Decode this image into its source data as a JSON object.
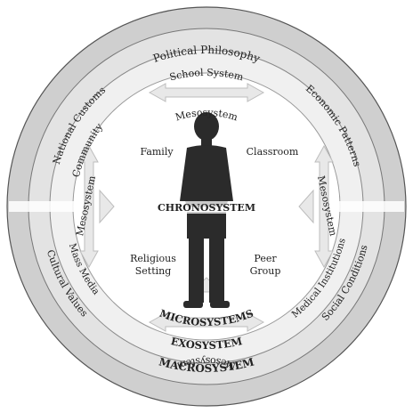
{
  "macro": {
    "political": "Political Philosophy",
    "economic": "Economic Patterns",
    "social": "Social Conditions",
    "cultural": "Cultural Values",
    "national": "National Customs",
    "label": "MACROSYSTEM"
  },
  "exo": {
    "school": "School System",
    "medical": "Medical Institutions",
    "community": "Community",
    "mass_media": "Mass Media",
    "label": "EXOSYSTEM"
  },
  "micro": {
    "label": "MICROSYSTEMS",
    "family": "Family",
    "classroom": "Classroom",
    "religious_line1": "Religious",
    "religious_line2": "Setting",
    "peer_line1": "Peer",
    "peer_line2": "Group"
  },
  "meso": {
    "top": "Mesosystem",
    "left": "Mesosystem",
    "right": "Mesosystem",
    "bottom": "Mesosystem"
  },
  "center": {
    "label": "CHRONOSYSTEM"
  },
  "colors": {
    "outer_ring": "#cfcfcf",
    "middle_ring": "#e3e3e3",
    "inner_ring": "#f0f0f0",
    "figure": "#2b2b2b",
    "border": "#555555"
  }
}
